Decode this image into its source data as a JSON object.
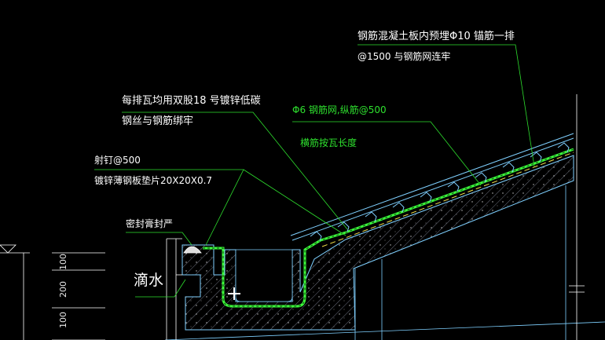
{
  "annotations": {
    "anchor_line1": "钢筋混凝土板内预埋Φ10  锚筋一排",
    "anchor_line2": "@1500    与钢筋网连牢",
    "tile_wire_line1": "每排瓦均用双股18 号镀锌低碳",
    "tile_wire_line2": "钢丝与钢筋绑牢",
    "rebar_line1": "Φ6 钢筋网,纵筋@500",
    "rebar_line2": "横筋按瓦长度",
    "nail_line1": "射钉@500",
    "nail_line2": "镀锌薄钢板垫片20X20X0.7",
    "sealant": "密封膏封严",
    "drip": "滴水"
  },
  "dimensions": [
    "100",
    "200",
    "100"
  ],
  "colors": {
    "background": "#000000",
    "text_white": "#ffffff",
    "leader_green": "#2ee02e",
    "outline_cyan": "#7fd0ff",
    "membrane_green": "#3cff3c"
  },
  "icons": [
    "crosshair-cursor-icon",
    "elevation-marker-icon"
  ]
}
